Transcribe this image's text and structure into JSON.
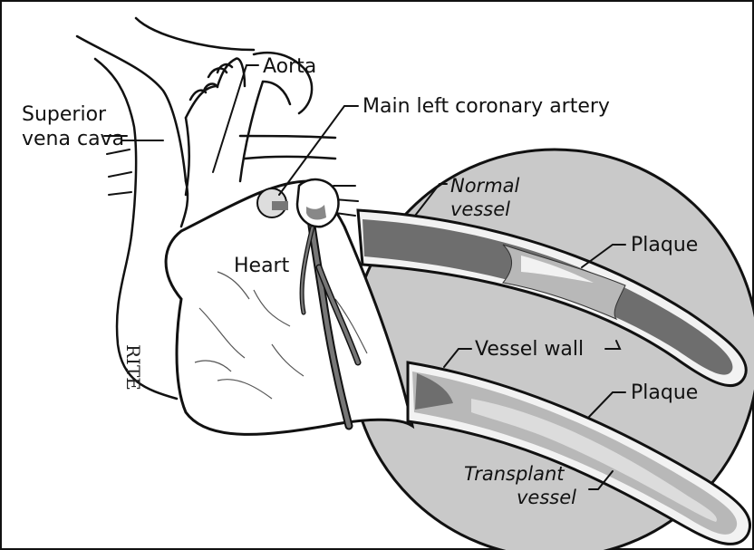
{
  "labels": {
    "superior_vena_cava_line1": "Superior",
    "superior_vena_cava_line2": "vena cava",
    "aorta": "Aorta",
    "main_left_coronary_artery": "Main left coronary artery",
    "heart": "Heart",
    "normal_vessel_line1": "Normal",
    "normal_vessel_line2": "vessel",
    "plaque_upper": "Plaque",
    "vessel_wall": "Vessel wall",
    "plaque_lower": "Plaque",
    "transplant_vessel_line1": "Transplant",
    "transplant_vessel_line2": "vessel"
  },
  "artist_signature": "RITE",
  "colors": {
    "stroke": "#111111",
    "magnifier_fill": "#c9c9c9",
    "vessel_lumen": "#6e6e6e",
    "plaque": "#b8b8b8",
    "vessel_wall": "#f2f2f2",
    "heart_fill": "#ffffff",
    "coronary_artery": "#777777"
  }
}
